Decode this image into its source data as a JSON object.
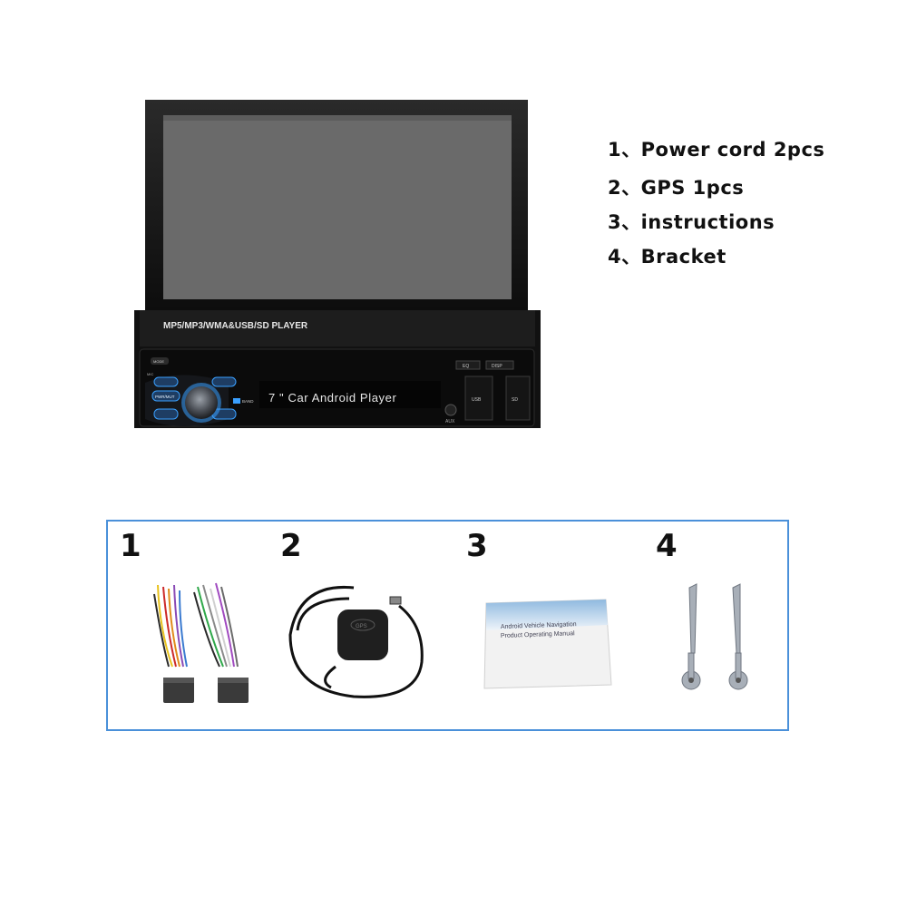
{
  "product": {
    "face_label": "MP5/MP3/WMA&USB/SD PLAYER",
    "lcd_text": "7 \" Car Android Player",
    "buttons": {
      "mode": "MODE",
      "mic": "MIC",
      "pwr_mut": "PWR/MUT",
      "band": "BAND",
      "eq": "EQ",
      "disp": "DISP",
      "usb": "USB",
      "sd": "SD",
      "aux": "AUX"
    }
  },
  "package_list": [
    "1、Power cord 2pcs",
    "2、GPS 1pcs",
    "3、instructions",
    "4、Bracket"
  ],
  "accessories": [
    {
      "number": "1",
      "icon": "power-cord-harness-icon"
    },
    {
      "number": "2",
      "icon": "gps-antenna-icon"
    },
    {
      "number": "3",
      "icon": "manual-booklet-icon",
      "title_line1": "Android Vehicle Navigation",
      "title_line2": "Product Operating Manual"
    },
    {
      "number": "4",
      "icon": "bracket-key-icon"
    }
  ],
  "gps_puck_label": "GPS",
  "colors": {
    "frame_border": "#4a90d9",
    "button_glow": "#3aa0ff",
    "screen": "#6a6a6a"
  }
}
